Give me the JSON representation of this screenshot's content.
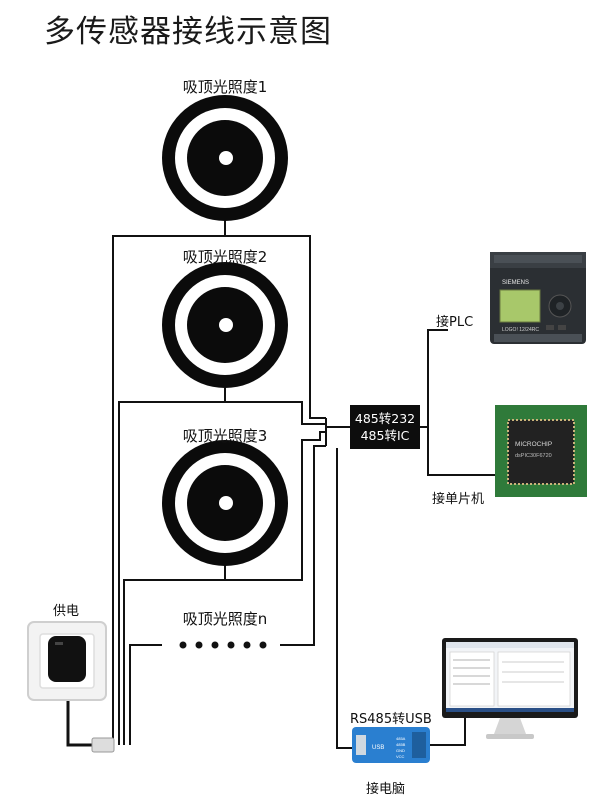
{
  "title": "多传感器接线示意图",
  "sensors": [
    {
      "label": "吸顶光照度1"
    },
    {
      "label": "吸顶光照度2"
    },
    {
      "label": "吸顶光照度3"
    },
    {
      "label": "吸顶光照度n"
    }
  ],
  "converter": {
    "line1": "485转232",
    "line2": "485转IC"
  },
  "plc_label": "接PLC",
  "mcu_label": "接单片机",
  "power_label": "供电",
  "usb_label": "RS485转USB",
  "pc_label": "接电脑",
  "device_text": {
    "plc_brand": "SIEMENS",
    "plc_model": "LOGO! 12/24RC",
    "chip_brand": "MICROCHIP",
    "chip_part": "dsPIC30F6720",
    "usb_text_1": "USB",
    "usb_text_2": "485A",
    "usb_text_3": "485B",
    "usb_text_4": "GND",
    "usb_text_5": "VCC"
  },
  "colors": {
    "line": "#111111",
    "sensor_body": "#0b0b0b",
    "plc_body": "#2b2f33",
    "plc_screen": "#a8c86a",
    "pcb": "#2f7a3a",
    "chip": "#222222",
    "usb_board": "#2a7fd0",
    "monitor_frame": "#1a1a1a"
  }
}
